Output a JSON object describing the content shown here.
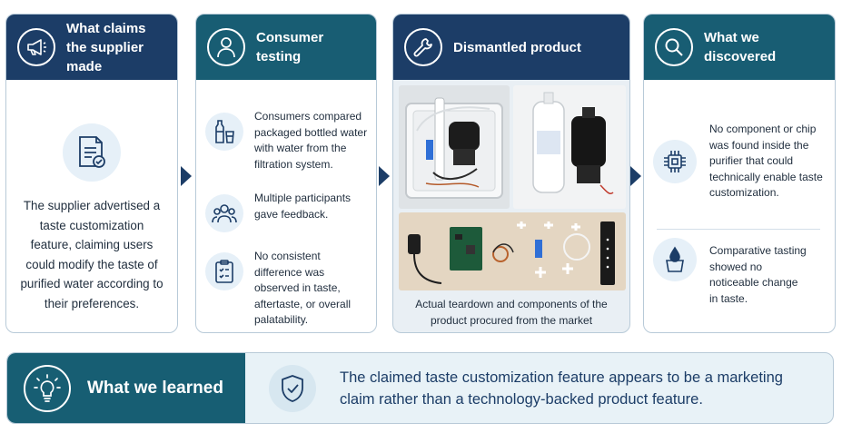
{
  "claims": {
    "title": "What claims the supplier made",
    "text": "The supplier advertised a taste customization feature, claiming users could modify the taste of purified water according to their preferences."
  },
  "testing": {
    "title": "Consumer testing",
    "items": [
      {
        "icon": "bottle-glass-icon",
        "text": "Consumers compared packaged bottled water with water from the filtration system."
      },
      {
        "icon": "people-group-icon",
        "text": "Multiple participants gave feedback."
      },
      {
        "icon": "clipboard-check-icon",
        "text": "No consistent difference was observed in taste, aftertaste, or overall palatability."
      }
    ]
  },
  "dismantled": {
    "title": "Dismantled product",
    "caption": "Actual teardown and components of the product procured from the market"
  },
  "discovered": {
    "title": "What we discovered",
    "items": [
      {
        "icon": "chip-icon",
        "text": "No component or chip was found inside the purifier that could technically enable taste customization."
      },
      {
        "icon": "water-glass-icon",
        "text": "Comparative tasting showed no noticeable change in taste."
      }
    ]
  },
  "learned": {
    "title": "What we learned",
    "text": "The claimed taste customization feature appears to be a marketing claim rather than a technology-backed product feature."
  },
  "colors": {
    "navy": "#1c3d67",
    "teal": "#185d73",
    "icon_bg": "#e6f0f8",
    "banner_bg": "#e8f2f7"
  }
}
